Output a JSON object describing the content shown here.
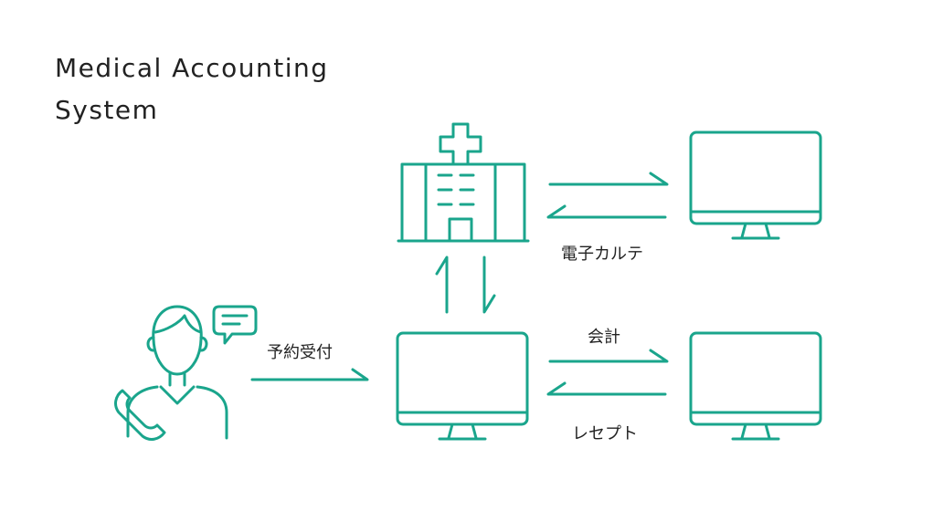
{
  "title": {
    "line1": "Medical  Accounting",
    "line2": "System"
  },
  "labels": {
    "karte": "電子カルテ",
    "yoyaku": "予約受付",
    "kaikei": "会計",
    "receipt": "レセプト"
  },
  "colors": {
    "accent": "#1aa58c",
    "text": "#222222"
  },
  "icons": [
    "hospital-icon",
    "monitor-icon",
    "person-phone-icon",
    "chat-bubble-icon"
  ]
}
